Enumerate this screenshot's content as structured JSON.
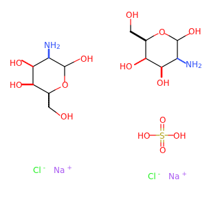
{
  "colors": {
    "bond": "#000000",
    "oxygen": "#ff0d0d",
    "nitrogen": "#3050f8",
    "sulfur": "#b2a31c",
    "chlorine": "#1ff01f",
    "sodium": "#ab5cf2"
  },
  "molecule_left": {
    "nh2": "NH",
    "nh2_sub": "2",
    "ho_top": "HO",
    "ho_mid": "HO",
    "oh_right": "OH",
    "ring_o": "O",
    "ch2oh": "OH"
  },
  "molecule_right": {
    "ch2oh": "OH",
    "ring_o": "O",
    "oh_anomeric": "OH",
    "ho_left": "HO",
    "oh_bottom": "OH",
    "nh2": "NH",
    "nh2_sub": "2"
  },
  "sulfate": {
    "ho_left": "HO",
    "s": "S",
    "oh_right": "OH",
    "o_top": "O",
    "o_bottom": "O"
  },
  "ions": [
    {
      "anion": "Cl",
      "anion_charge": "-",
      "cation": "Na",
      "cation_charge": "+"
    },
    {
      "anion": "Cl",
      "anion_charge": "-",
      "cation": "Na",
      "cation_charge": "+"
    }
  ]
}
